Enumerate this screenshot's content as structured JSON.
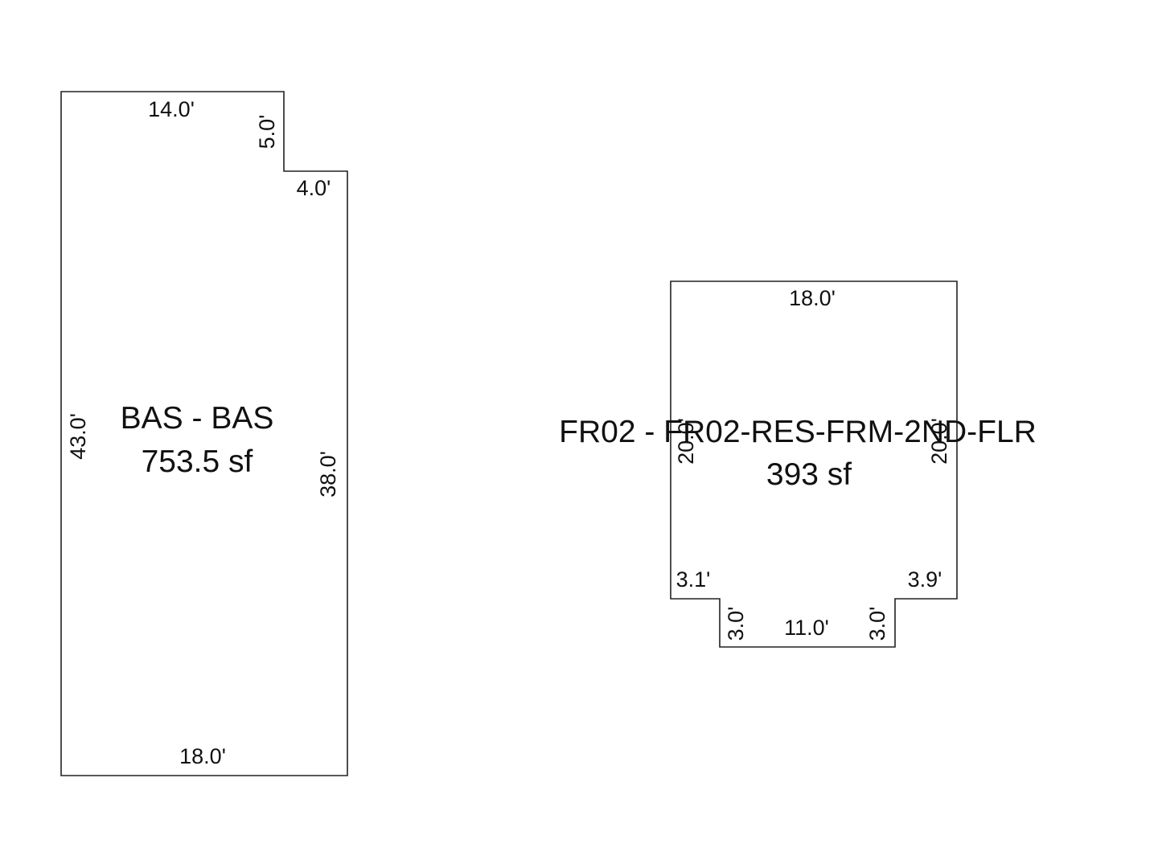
{
  "areas": [
    {
      "code": "BAS - BAS",
      "area": "753.5 sf",
      "dimensions": {
        "top": "14.0'",
        "notch_vertical": "5.0'",
        "notch_horizontal": "4.0'",
        "left": "43.0'",
        "right": "38.0'",
        "bottom": "18.0'"
      }
    },
    {
      "code": "FR02 - FR02-RES-FRM-2ND-FLR",
      "area": "393 sf",
      "dimensions": {
        "top": "18.0'",
        "left": "20.0'",
        "right": "20.0'",
        "bottom_left_step": "3.1'",
        "bottom_right_step": "3.9'",
        "bump_left": "3.0'",
        "bump_bottom": "11.0'",
        "bump_right": "3.0'"
      }
    }
  ],
  "colors": {
    "line": "#222222",
    "text": "#111111",
    "background": "#ffffff"
  }
}
